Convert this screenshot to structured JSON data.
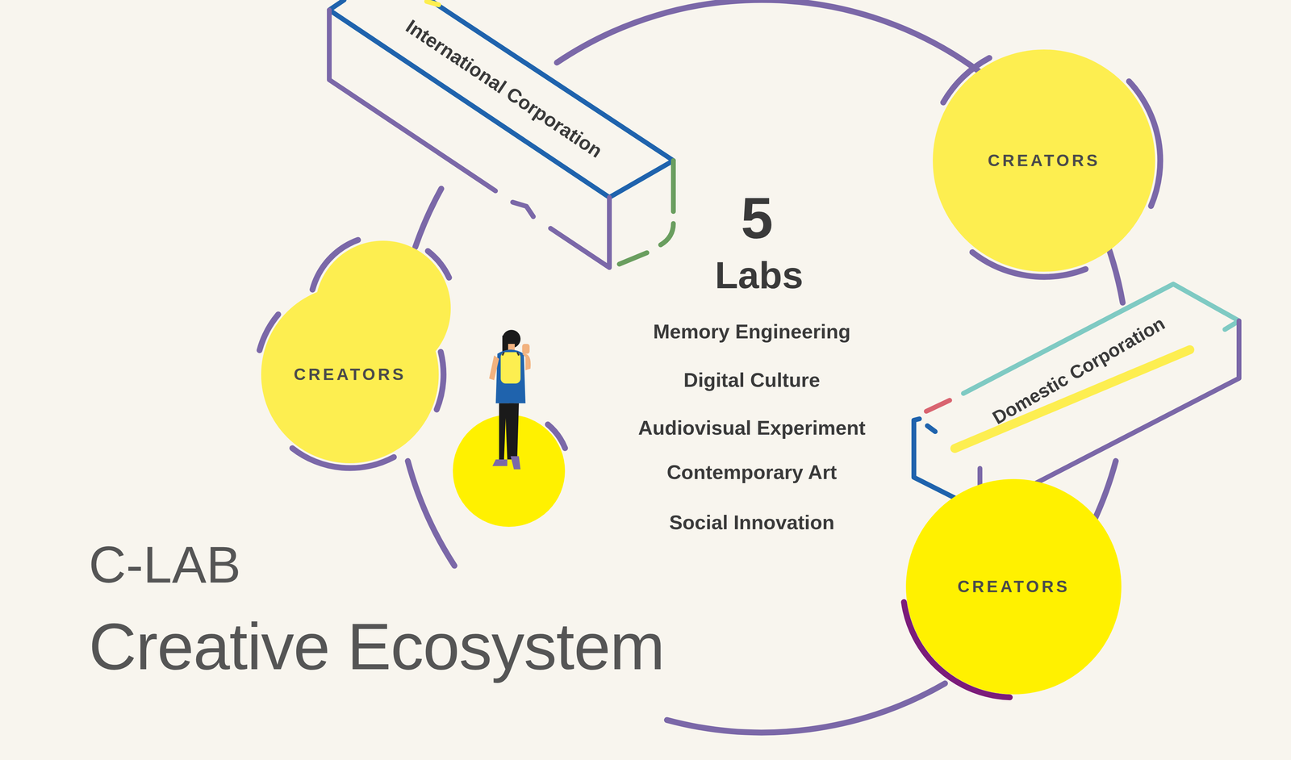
{
  "diagram": {
    "title": "Creative Ecosystem",
    "nodes": [
      {
        "text": [
          "International Corporation"
        ]
      },
      {
        "text": [
          "CREATORS"
        ]
      },
      {
        "text": [
          "CREATORS"
        ]
      },
      {
        "text": [
          "Domestic Corporation"
        ]
      },
      {
        "text": [
          "CREATORS"
        ]
      }
    ],
    "labels": [
      "5",
      "Labs",
      "Memory Engineering",
      "Digital Culture",
      "Audiovisual Experiment",
      "Contemporary Art",
      "Social Innovation",
      "C-LAB"
    ]
  }
}
